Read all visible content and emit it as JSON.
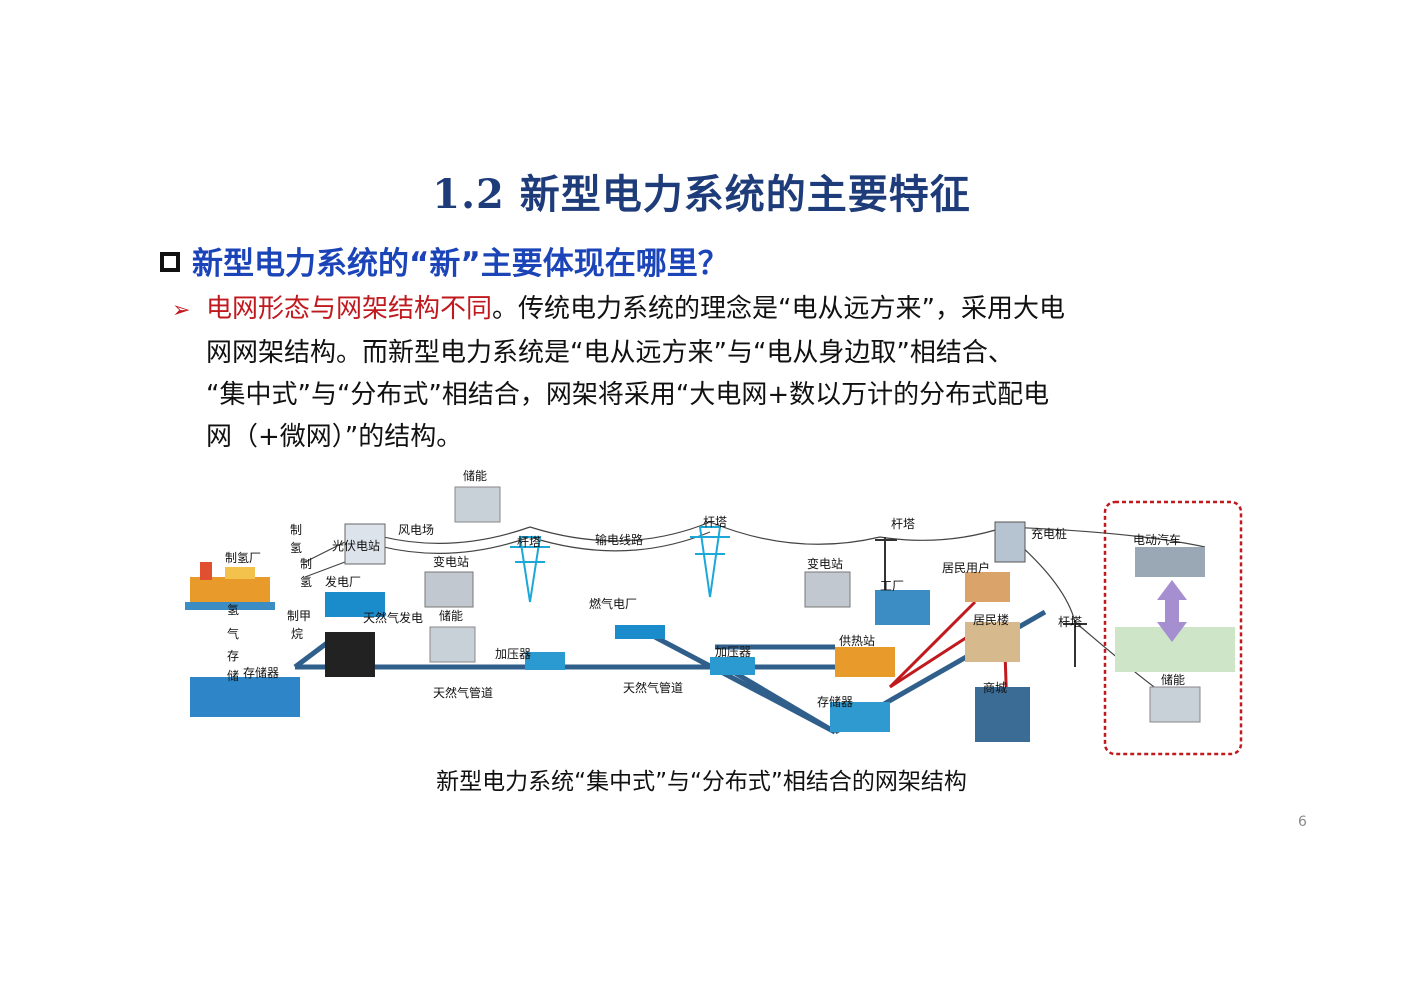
{
  "title": "1.2 新型电力系统的主要特征",
  "heading": "新型电力系统的“新”主要体现在哪里？",
  "bullet": {
    "arrow": "➢",
    "highlight": "电网形态与网架结构不同",
    "line1_rest": "。传统电力系统的理念是“电从远方来”，采用大电",
    "line2": "网网架结构。而新型电力系统是“电从远方来”与“电从身边取”相结合、",
    "line3": "“集中式”与“分布式”相结合，网架将采用“大电网+数以万计的分布式配电",
    "line4": "网（+微网）”的结构。"
  },
  "diagram": {
    "labels": {
      "storage_top": "储能",
      "hydrogen_make1": "制",
      "hydrogen_make2": "氢",
      "hydrogen_plant": "制氢厂",
      "hydrogen_make3": "制",
      "hydrogen_make4": "氢",
      "pv_station": "光伏电站",
      "wind_farm": "风电场",
      "power_plant": "发电厂",
      "substation_left": "变电站",
      "tower1": "杆塔",
      "transmission_line": "输电线路",
      "tower2": "杆塔",
      "substation_right": "变电站",
      "tower3": "杆塔",
      "charging_pile": "充电桩",
      "ev": "电动汽车",
      "resident_user": "居民用户",
      "factory": "工厂",
      "methanol1": "制甲",
      "methanol2": "烷",
      "gas_power": "天然气发电",
      "storage_mid": "储能",
      "gas_plant": "燃气电厂",
      "h2_storage1": "氢",
      "h2_storage2": "气",
      "h2_storage3": "存",
      "h2_storage4": "储",
      "storage_tank": "存储器",
      "compressor1": "加压器",
      "compressor2": "加压器",
      "heating_station": "供热站",
      "resident_building": "居民楼",
      "tower4": "杆塔",
      "gas_pipe1": "天然气管道",
      "gas_pipe2": "天然气管道",
      "storage_box": "存储器",
      "mall": "商城",
      "storage_right": "储能"
    }
  },
  "caption": "新型电力系统“集中式”与“分布式”相结合的网架结构",
  "page_number": "6",
  "colors": {
    "title": "#1f3c7a",
    "heading": "#1b44b8",
    "highlight": "#c0191e",
    "pipe": "#2f5f8a",
    "dashed_box": "#c0191e"
  }
}
